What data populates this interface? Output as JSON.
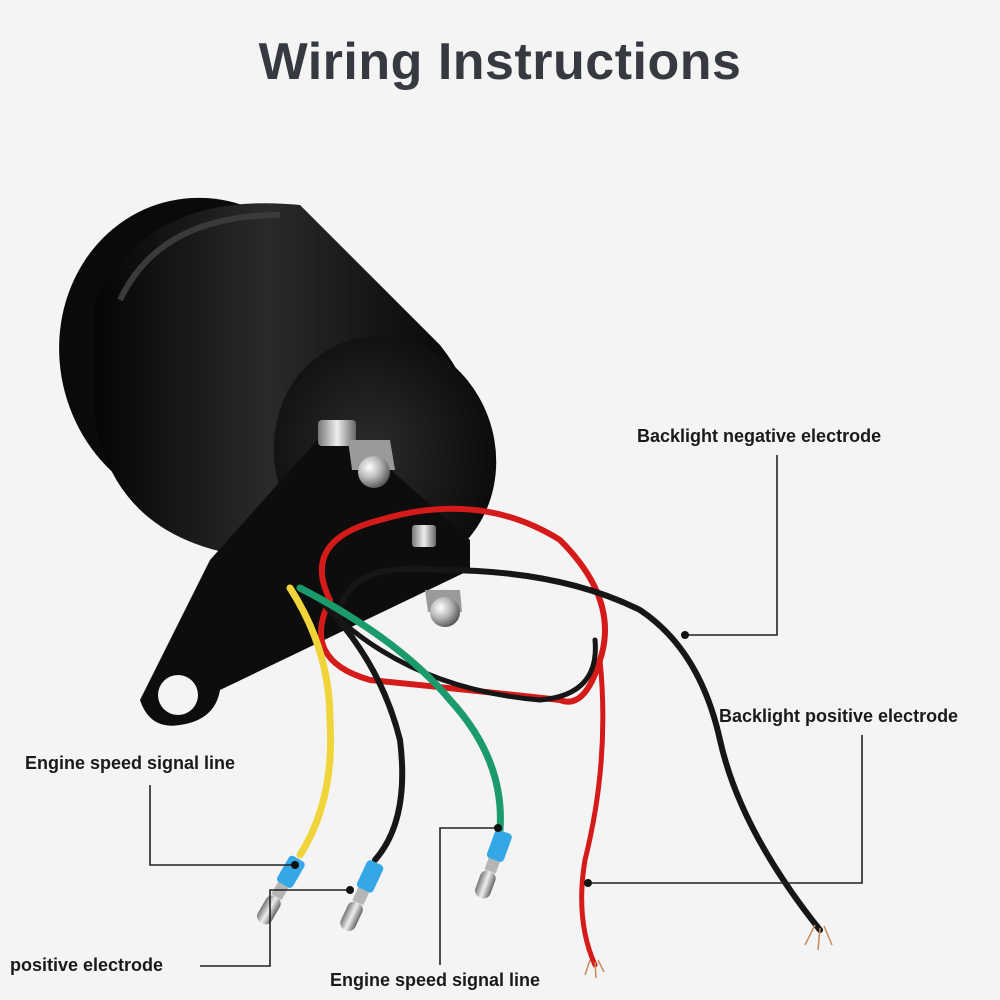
{
  "title": "Wiring Instructions",
  "labels": {
    "backlight_negative": "Backlight negative electrode",
    "backlight_positive": "Backlight positive electrode",
    "engine_speed_signal_1": "Engine speed signal line",
    "positive_electrode": "positive electrode",
    "engine_speed_signal_2": "Engine speed signal line"
  },
  "wire_colors": {
    "red": "#d51a1a",
    "black": "#161616",
    "yellow": "#f0d53a",
    "green": "#1b9a6c",
    "connector_blue": "#35a7e6",
    "gauge_body": "#101010"
  }
}
